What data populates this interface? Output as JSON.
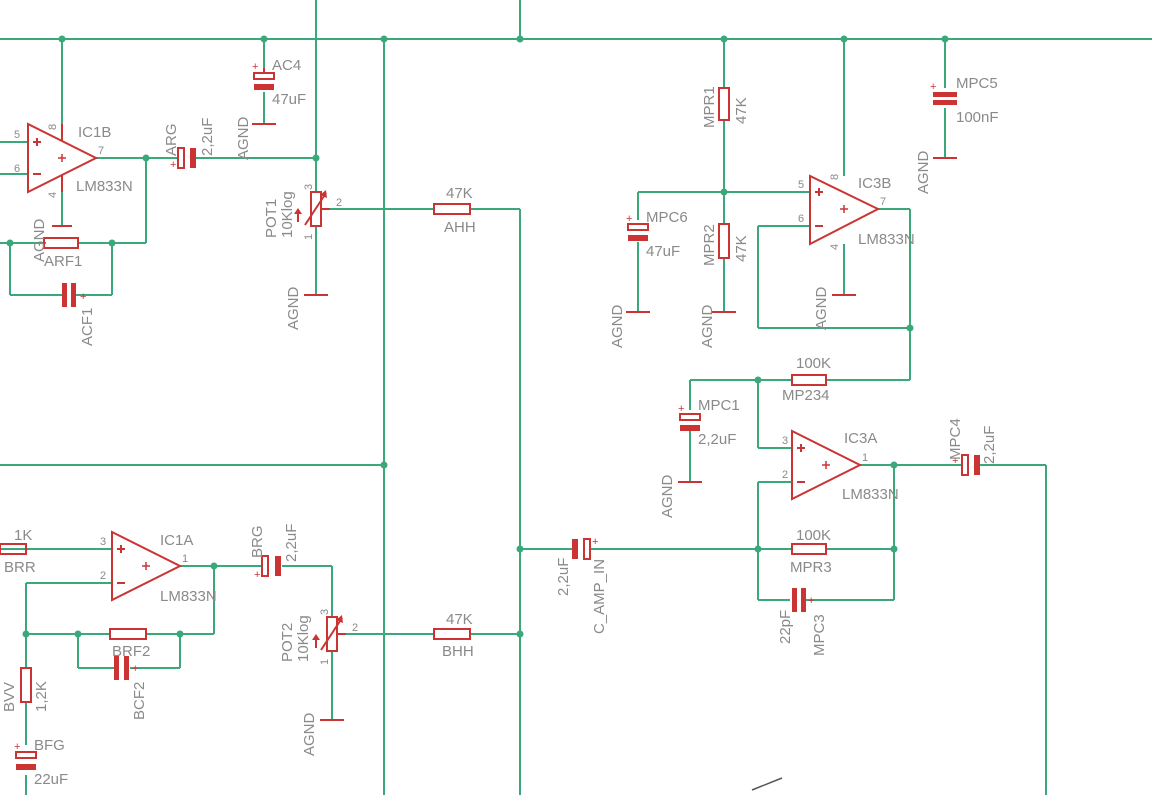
{
  "labels": {
    "ac4_name": "AC4",
    "ac4_value": "47uF",
    "mpc5_name": "MPC5",
    "mpc5_value": "100nF",
    "ic1b_name": "IC1B",
    "ic1b_value": "LM833N",
    "ic1b_pin5": "5",
    "ic1b_pin6": "6",
    "ic1b_pin7": "7",
    "ic1b_pin8": "8",
    "ic1b_pin4": "4",
    "arg_name": "ARG",
    "arg_value": "2,2uF",
    "agnd": "AGND",
    "arf1_name": "ARF1",
    "acf1_name": "ACF1",
    "pot1_name": "POT1",
    "pot1_value": "10Klog",
    "pot1_pin1": "1",
    "pot1_pin2": "2",
    "pot1_pin3": "3",
    "ahh_name": "AHH",
    "ahh_value": "47K",
    "mpr1_name": "MPR1",
    "mpr1_value": "47K",
    "mpr2_name": "MPR2",
    "mpr2_value": "47K",
    "mpc6_name": "MPC6",
    "mpc6_value": "47uF",
    "ic3b_name": "IC3B",
    "ic3b_value": "LM833N",
    "ic3b_pin5": "5",
    "ic3b_pin6": "6",
    "ic3b_pin7": "7",
    "ic3b_pin8": "8",
    "ic3b_pin4": "4",
    "mp234_name": "MP234",
    "mp234_value": "100K",
    "mpc1_name": "MPC1",
    "mpc1_value": "2,2uF",
    "ic3a_name": "IC3A",
    "ic3a_value": "LM833N",
    "ic3a_pin3": "3",
    "ic3a_pin2": "2",
    "ic3a_pin1": "1",
    "mpc4_name": "MPC4",
    "mpc4_value": "2,2uF",
    "mpr3_name": "MPR3",
    "mpr3_value": "100K",
    "mpc3_name": "MPC3",
    "mpc3_value": "22pF",
    "c_amp_in_name": "C_AMP_IN",
    "c_amp_in_value": "2,2uF",
    "brr_name": "BRR",
    "brr_value": "1K",
    "ic1a_name": "IC1A",
    "ic1a_value": "LM833N",
    "ic1a_pin3": "3",
    "ic1a_pin2": "2",
    "ic1a_pin1": "1",
    "brg_name": "BRG",
    "brg_value": "2,2uF",
    "brf2_name": "BRF2",
    "bcf2_name": "BCF2",
    "pot2_name": "POT2",
    "pot2_value": "10Klog",
    "pot2_pin1": "1",
    "pot2_pin2": "2",
    "pot2_pin3": "3",
    "bhh_name": "BHH",
    "bhh_value": "47K",
    "bvv_name": "BVV",
    "bvv_value": "1,2K",
    "bfg_name": "BFG",
    "bfg_value": "22uF"
  }
}
